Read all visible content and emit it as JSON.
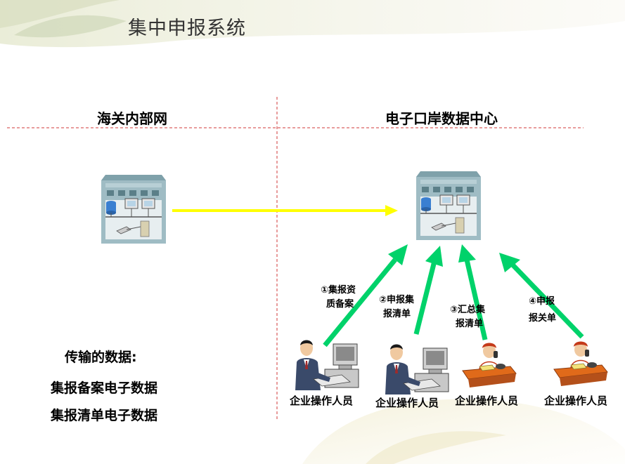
{
  "title": "集中申报系统",
  "regions": {
    "left": "海关内部网",
    "right": "电子口岸数据中心"
  },
  "steps": [
    {
      "line1": "①集报资",
      "line2": "质备案"
    },
    {
      "line1": "②申报集",
      "line2": "报清单"
    },
    {
      "line1": "③汇总集",
      "line2": "报清单"
    },
    {
      "line1": "④申报",
      "line2": "报关单"
    }
  ],
  "operators": [
    "企业操作人员",
    "企业操作人员",
    "企业操作人员",
    "企业操作人员"
  ],
  "transmitted": {
    "heading": "传输的数据:",
    "items": [
      "集报备案电子数据",
      "集报清单电子数据"
    ]
  },
  "colors": {
    "yellow_arrow": "#ffff00",
    "green_arrow": "#00d26a",
    "divider": "#d23a3a",
    "building": "#9fbcc4"
  },
  "icons": {
    "server": "building-network-icon",
    "worker": "computer-worker-icon",
    "phone_operator": "telephone-operator-icon"
  }
}
